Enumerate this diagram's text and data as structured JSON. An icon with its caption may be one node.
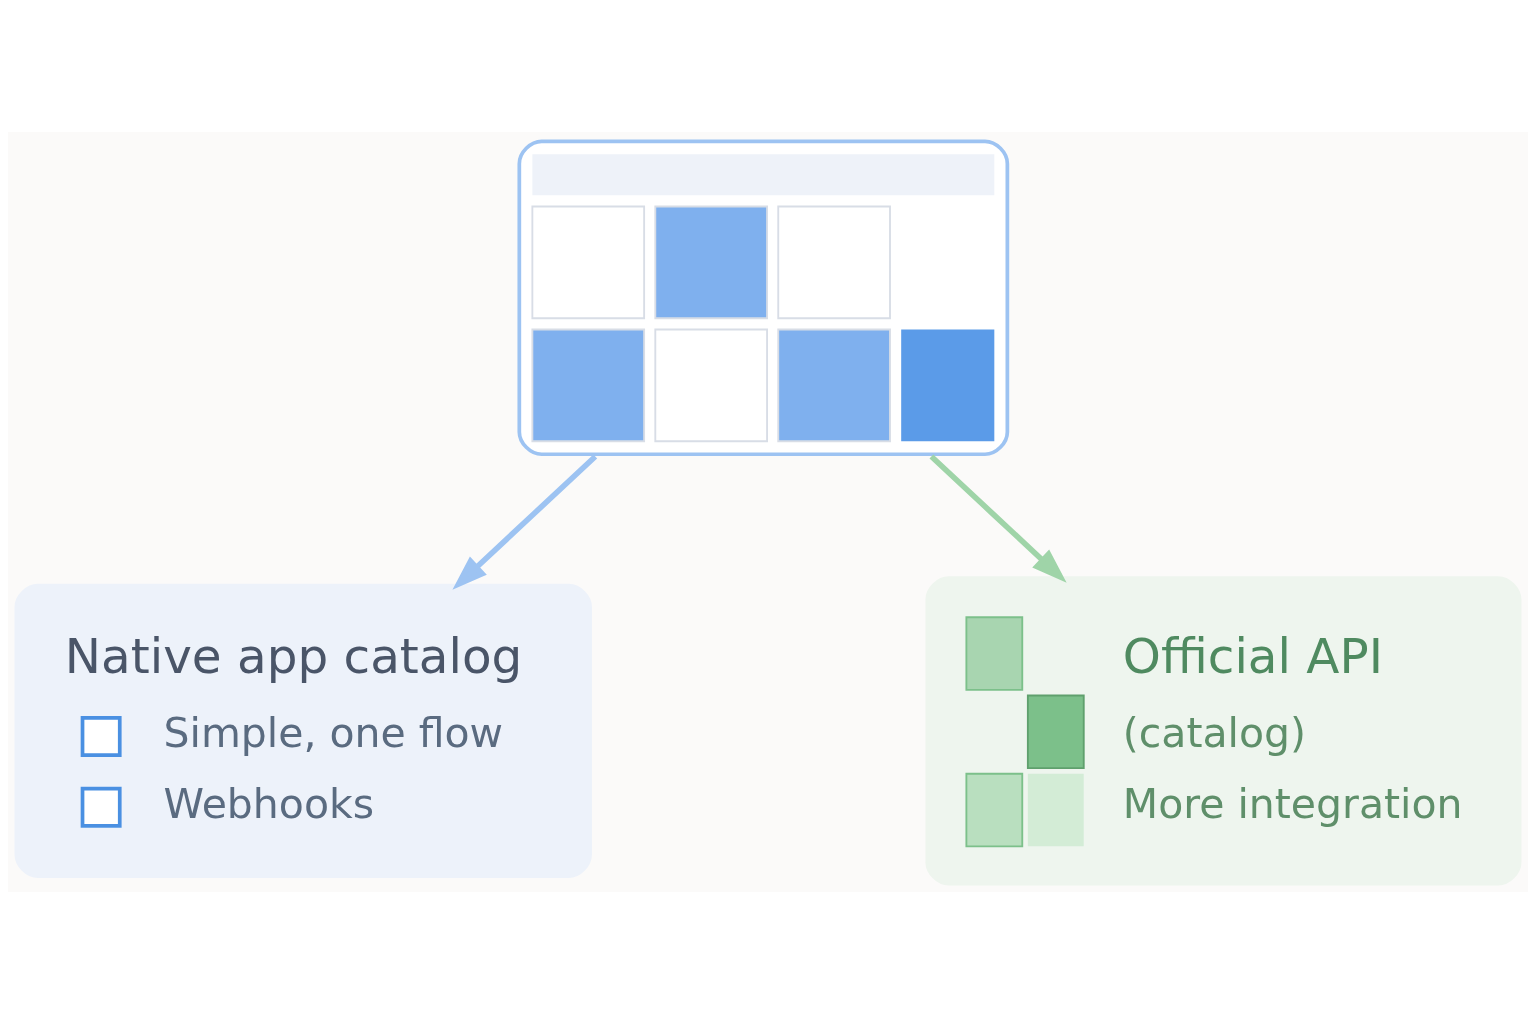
{
  "diagram": {
    "nodes": [
      {
        "text": [],
        "shape": "picture"
      },
      {
        "text": [
          "Native app catalog",
          "Simple, one flow",
          "Webhooks"
        ]
      },
      {
        "text": [
          "Official API",
          "(catalog)",
          "More integration"
        ]
      }
    ],
    "edges": [
      {
        "from": 0,
        "to": 1,
        "arrow": "to",
        "color": "#9dc3f2"
      },
      {
        "from": 0,
        "to": 2,
        "arrow": "to",
        "color": "#9fd4a8"
      }
    ]
  }
}
